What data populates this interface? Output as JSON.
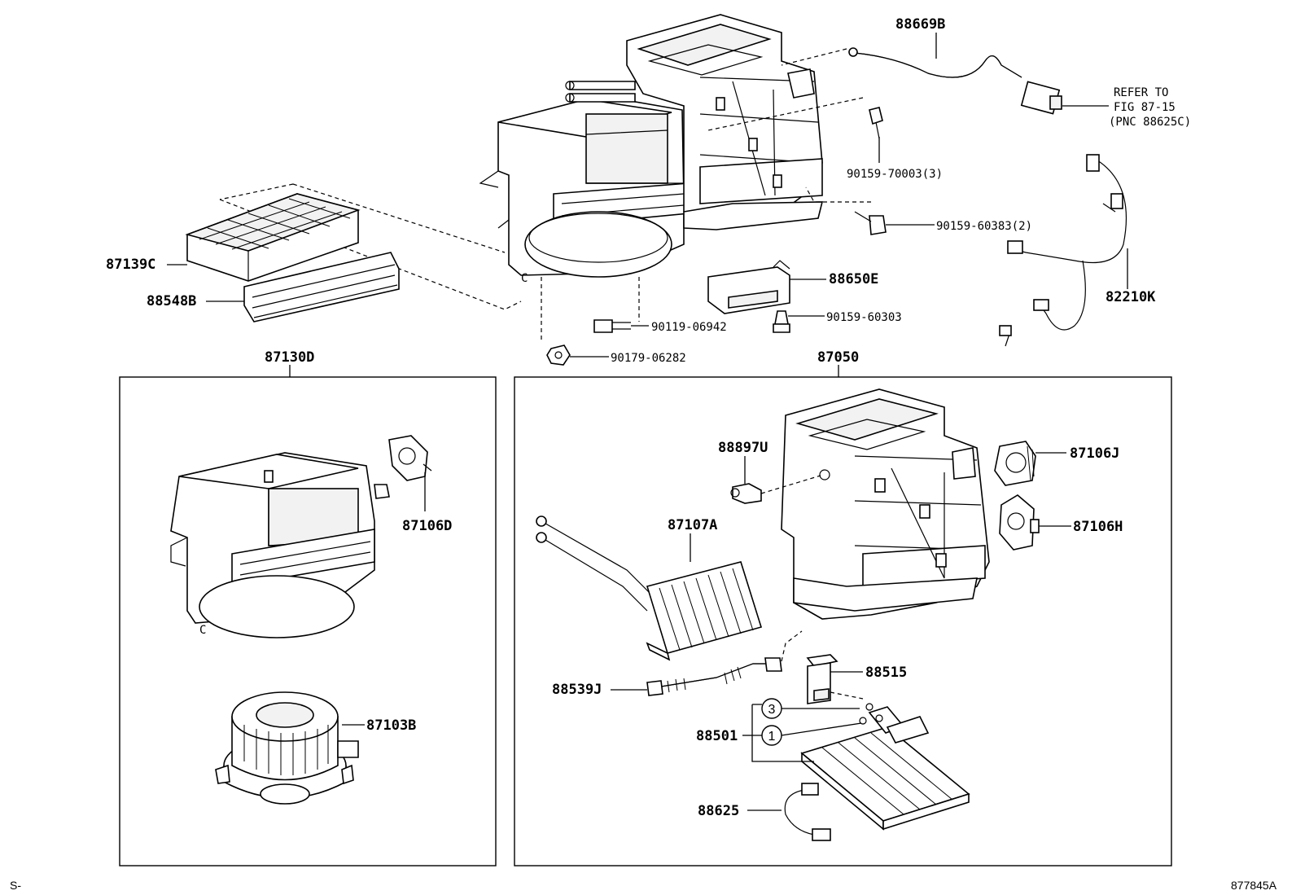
{
  "labels": {
    "p88669B": "88669B",
    "refer_line1": "REFER TO",
    "refer_line2": "FIG 87-15",
    "refer_line3": "(PNC 88625C)",
    "p90159_70003": "90159-70003(3)",
    "p90159_60383": "90159-60383(2)",
    "p87139C": "87139C",
    "p88548B": "88548B",
    "p88650E": "88650E",
    "p82210K": "82210K",
    "p90119_06942": "90119-06942",
    "p90159_60303": "90159-60303",
    "p90179_06282": "90179-06282",
    "p87130D": "87130D",
    "p87050": "87050",
    "p87106D": "87106D",
    "p87103B": "87103B",
    "p88897U": "88897U",
    "p87107A": "87107A",
    "p87106J": "87106J",
    "p87106H": "87106H",
    "p88539J": "88539J",
    "p88515": "88515",
    "p88501": "88501",
    "p88625": "88625",
    "circle3": "3",
    "circle1": "1"
  },
  "footer": {
    "left_mark": "S-",
    "drawing_id": "877845A"
  }
}
